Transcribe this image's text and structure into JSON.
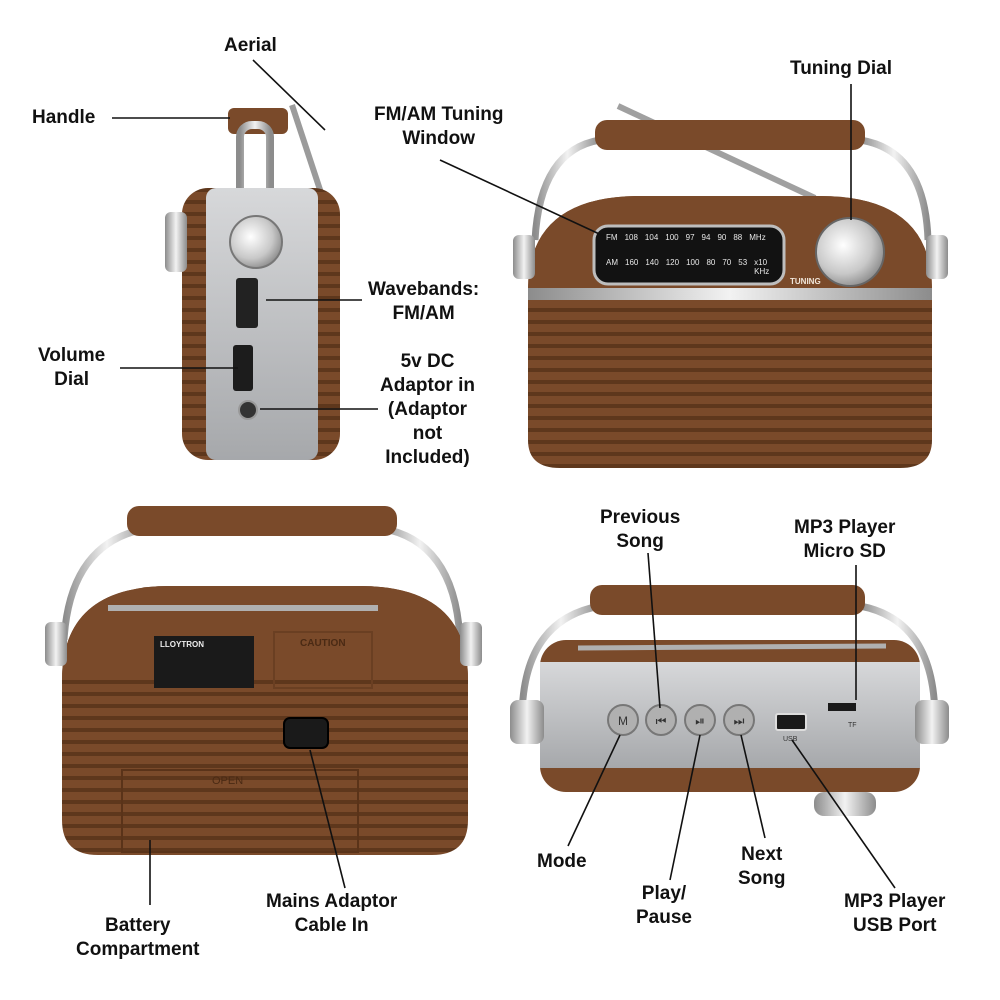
{
  "callouts": {
    "aerial": "Aerial",
    "handle": "Handle",
    "tuning_dial": "Tuning Dial",
    "fm_am_window": [
      "FM/AM Tuning",
      "Window"
    ],
    "wavebands": [
      "Wavebands:",
      "FM/AM"
    ],
    "volume_dial": [
      "Volume",
      "Dial"
    ],
    "dc_adaptor": [
      "5v DC",
      "Adaptor in",
      "(Adaptor",
      "not",
      "Included)"
    ],
    "previous_song": [
      "Previous",
      "Song"
    ],
    "micro_sd": [
      "MP3 Player",
      "Micro SD"
    ],
    "mode": "Mode",
    "play_pause": [
      "Play/",
      "Pause"
    ],
    "next_song": [
      "Next",
      "Song"
    ],
    "usb_port": [
      "MP3 Player",
      "USB Port"
    ],
    "battery": [
      "Battery",
      "Compartment"
    ],
    "mains": [
      "Mains Adaptor",
      "Cable In"
    ]
  },
  "dial_window": {
    "fm_band": "FM",
    "fm_scale": [
      "108",
      "104",
      "100",
      "97",
      "94",
      "90",
      "88"
    ],
    "fm_unit": "MHz",
    "am_band": "AM",
    "am_scale": [
      "160",
      "140",
      "120",
      "100",
      "80",
      "70",
      "53"
    ],
    "am_unit": "x10 KHz",
    "tuning_text": "TUNING"
  },
  "back_panel": {
    "brand": "LLOYTRON",
    "caution": "CAUTION",
    "open": "OPEN"
  },
  "side_panel": {
    "usb_label": "USB",
    "tf_label": "TF"
  },
  "colors": {
    "wood": "#7a4a2a",
    "wood_dark": "#5a3319",
    "chrome": "#c9c9c9",
    "silver_panel": "#b9bbbd"
  }
}
